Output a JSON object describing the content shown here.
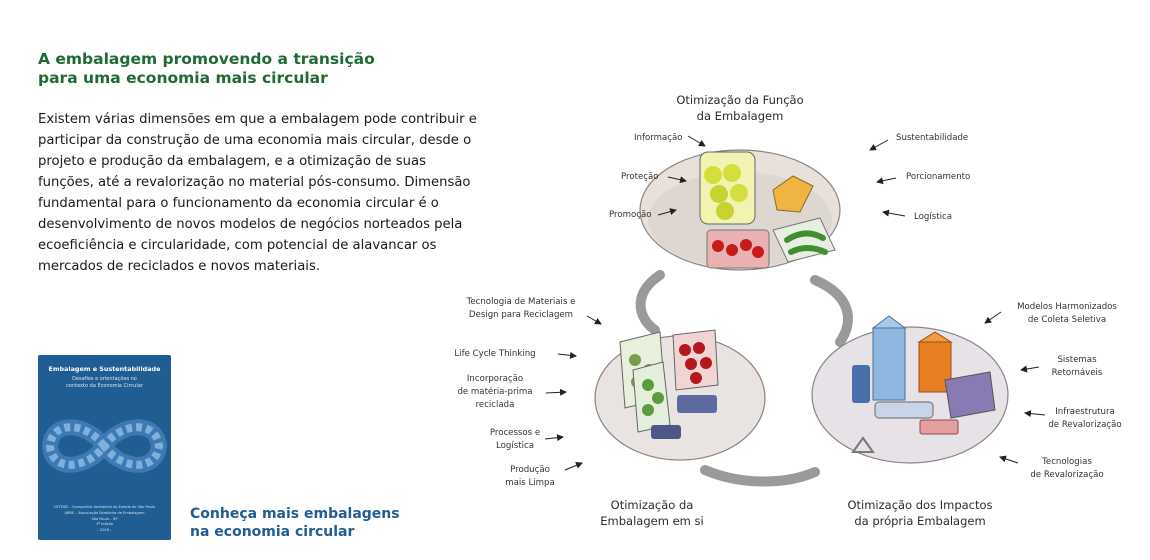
{
  "heading": {
    "line1": "A embalagem promovendo a transição",
    "line2": "para uma economia mais circular"
  },
  "body": "Existem várias dimensões em que a embalagem pode contribuir e participar da construção de uma economia mais circular, desde o projeto e produção da embalagem, e a otimização de suas funções, até a revalorização no material pós-consumo. Dimensão fundamental para o funcionamento da economia circular é o desenvolvimento de novos modelos de negócios norteados pela ecoeficiência e circularidade, com potencial de alavancar os mercados de reciclados e novos materiais.",
  "cover": {
    "title": "Embalagem e Sustentabilidade",
    "subtitle_line1": "Desafios e orientações no",
    "subtitle_line2": "contexto da Economia Circular",
    "footer_line1": "CETESB – Companhia Ambiental do Estado de São Paulo",
    "footer_line2": "ABRE – Associação Brasileira de Embalagem",
    "footer_line3": "São Paulo – SP",
    "footer_line4": "1ª edição",
    "footer_line5": "– 2018 –"
  },
  "cta": {
    "line1": "Conheça mais embalagens",
    "line2": "na economia circular"
  },
  "diagram": {
    "top": {
      "title_line1": "Otimização da Função",
      "title_line2": "da Embalagem",
      "left_labels": [
        "Informação",
        "Proteção",
        "Promoção"
      ],
      "right_labels": [
        "Sustentabilidade",
        "Porcionamento",
        "Logística"
      ]
    },
    "left": {
      "title_line1": "Otimização da",
      "title_line2": "Embalagem em si",
      "labels": [
        [
          "Tecnologia de Materiais e",
          "Design para Reciclagem"
        ],
        [
          "Life Cycle Thinking"
        ],
        [
          "Incorporação",
          "de matéria-prima",
          "reciclada"
        ],
        [
          "Processos e",
          "Logística"
        ],
        [
          "Produção",
          "mais Limpa"
        ]
      ]
    },
    "right": {
      "title_line1": "Otimização dos Impactos",
      "title_line2": "da própria Embalagem",
      "labels": [
        [
          "Modelos Harmonizados",
          "de Coleta Seletiva"
        ],
        [
          "Sistemas",
          "Retornáveis"
        ],
        [
          "Infraestrutura",
          "de Revalorização"
        ],
        [
          "Tecnologias",
          "de Revalorização"
        ]
      ]
    }
  }
}
